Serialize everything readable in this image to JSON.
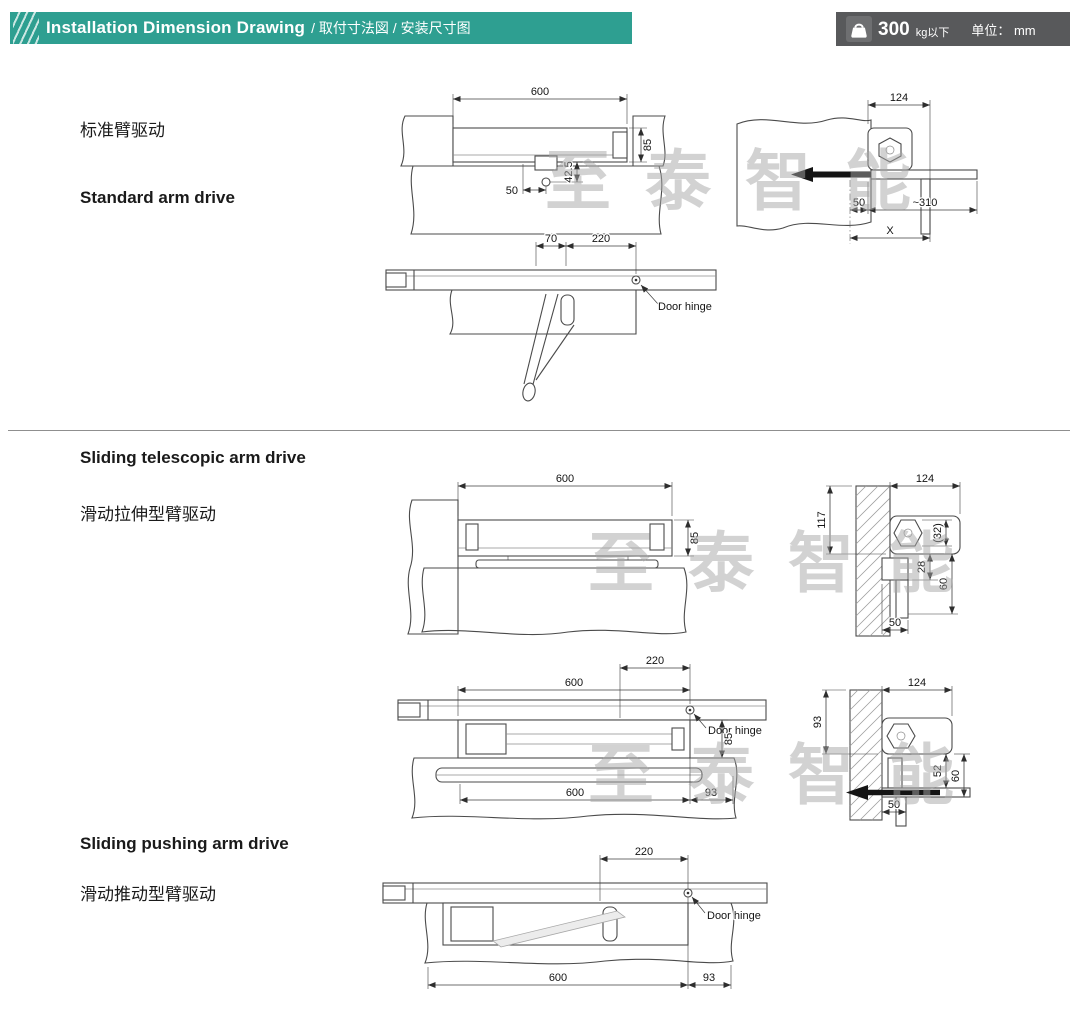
{
  "header": {
    "title_en": "Installation Dimension Drawing",
    "title_cjk": "/ 取付寸法図 / 安装尺寸图",
    "weight": "300",
    "weight_suffix": "kg以下",
    "unit": "单位： mm"
  },
  "watermark": {
    "text": "至泰智能"
  },
  "s1": {
    "label_cn": "标准臂驱动",
    "label_en": "Standard arm drive",
    "front": {
      "w": "600",
      "h": "85",
      "d50": "50",
      "d425": "42.5"
    },
    "side": {
      "w": "124",
      "d50": "50",
      "reach": "~310",
      "x": "X"
    },
    "plan": {
      "d70": "70",
      "d220": "220",
      "hinge": "Door hinge"
    }
  },
  "s2": {
    "label_en": "Sliding telescopic arm drive",
    "label_cn": "滑动拉伸型臂驱动",
    "front": {
      "w": "600",
      "h": "85"
    },
    "side": {
      "w": "124",
      "h": "117",
      "p32": "(32)",
      "d28": "28",
      "d60": "60",
      "d50": "50"
    },
    "plan": {
      "d220": "220",
      "w": "600",
      "hinge": "Door hinge",
      "h": "85",
      "w2": "600",
      "d93": "93"
    },
    "side2": {
      "w": "124",
      "h": "93",
      "d52": "52",
      "d60": "60",
      "d50": "50"
    }
  },
  "s3": {
    "label_en": "Sliding pushing arm drive",
    "label_cn": "滑动推动型臂驱动",
    "plan": {
      "d220": "220",
      "hinge": "Door hinge",
      "w": "600",
      "d93": "93"
    }
  }
}
